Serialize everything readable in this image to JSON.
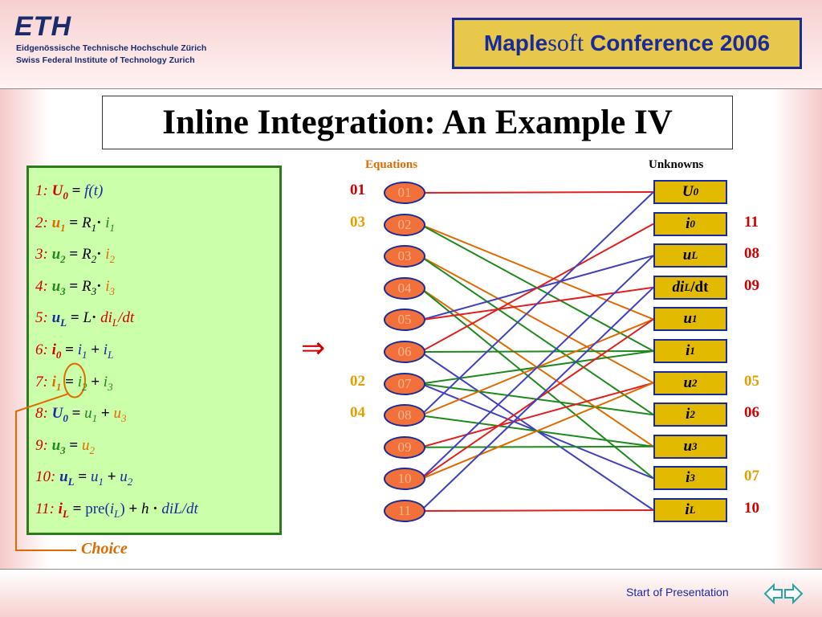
{
  "header": {
    "logo": "ETH",
    "line1": "Eidgenössische Technische Hochschule Zürich",
    "line2": "Swiss Federal Institute of Technology Zurich",
    "conference_a": "Maple",
    "conference_b": "soft",
    "conference_c": " Conference 2006"
  },
  "title": "Inline Integration: An Example IV",
  "equations_panel": {
    "rows": [
      {
        "num": "1:",
        "lhs": "U",
        "lhs_sub": "0",
        "rhs": "f(t)"
      },
      {
        "num": "2:",
        "lhs": "u",
        "lhs_sub": "1",
        "rhs_a": "R",
        "rhs_a_sub": "1",
        "rhs_b": "i",
        "rhs_b_sub": "1"
      },
      {
        "num": "3:",
        "lhs": "u",
        "lhs_sub": "2",
        "rhs_a": "R",
        "rhs_a_sub": "2",
        "rhs_b": "i",
        "rhs_b_sub": "2"
      },
      {
        "num": "4:",
        "lhs": "u",
        "lhs_sub": "3",
        "rhs_a": "R",
        "rhs_a_sub": "3",
        "rhs_b": "i",
        "rhs_b_sub": "3"
      },
      {
        "num": "5:",
        "lhs": "u",
        "lhs_sub": "L",
        "rhs_a": "L",
        "rhs_b": "di",
        "rhs_b_sub": "L",
        "rhs_b_tail": "/dt"
      },
      {
        "num": "6:",
        "lhs": "i",
        "lhs_sub": "0",
        "rhs_a": "i",
        "rhs_a_sub": "1",
        "rhs_b": "i",
        "rhs_b_sub": "L"
      },
      {
        "num": "7:",
        "lhs": "i",
        "lhs_sub": "1",
        "rhs_a": "i",
        "rhs_a_sub": "2",
        "rhs_b": "i",
        "rhs_b_sub": "3"
      },
      {
        "num": "8:",
        "lhs": "U",
        "lhs_sub": "0",
        "rhs_a": "u",
        "rhs_a_sub": "1",
        "rhs_b": "u",
        "rhs_b_sub": "3"
      },
      {
        "num": "9:",
        "lhs": "u",
        "lhs_sub": "3",
        "rhs": "u",
        "rhs_sub": "2"
      },
      {
        "num": "10:",
        "lhs": "u",
        "lhs_sub": "L",
        "rhs_a": "u",
        "rhs_a_sub": "1",
        "rhs_b": "u",
        "rhs_b_sub": "2"
      },
      {
        "num": "11:",
        "lhs": "i",
        "lhs_sub": "L",
        "rhs_pre": "pre(",
        "rhs_a": "i",
        "rhs_a_sub": "L",
        "rhs_pre_close": ")",
        "rhs_h": "h",
        "rhs_tail": "diL/dt"
      }
    ],
    "equals": "=",
    "plus": "+",
    "dot": "·"
  },
  "choice_label": "Choice",
  "implies_symbol": "⇒",
  "diagram": {
    "equations_header": "Equations",
    "unknowns_header": "Unknowns",
    "equation_nodes": [
      "01",
      "02",
      "03",
      "04",
      "05",
      "06",
      "07",
      "08",
      "09",
      "10",
      "11"
    ],
    "unknown_nodes": [
      {
        "base": "U",
        "sub": "0"
      },
      {
        "base": "i",
        "sub": "0"
      },
      {
        "base": "u",
        "sub": "L"
      },
      {
        "base": "di",
        "sub": "L",
        "tail": "/dt"
      },
      {
        "base": "u",
        "sub": "1"
      },
      {
        "base": "i",
        "sub": "1"
      },
      {
        "base": "u",
        "sub": "2"
      },
      {
        "base": "i",
        "sub": "2"
      },
      {
        "base": "u",
        "sub": "3"
      },
      {
        "base": "i",
        "sub": "3"
      },
      {
        "base": "i",
        "sub": "L"
      }
    ],
    "left_labels": [
      {
        "text": "01",
        "color": "#d00000",
        "row": 0
      },
      {
        "text": "03",
        "color": "#e0a000",
        "row": 1
      },
      {
        "text": "02",
        "color": "#e0a000",
        "row": 6
      },
      {
        "text": "04",
        "color": "#e0a000",
        "row": 7
      }
    ],
    "right_labels": [
      {
        "text": "11",
        "color": "#d00000",
        "row": 1
      },
      {
        "text": "08",
        "color": "#d00000",
        "row": 2
      },
      {
        "text": "09",
        "color": "#d00000",
        "row": 3
      },
      {
        "text": "05",
        "color": "#e0a000",
        "row": 6
      },
      {
        "text": "06",
        "color": "#d00000",
        "row": 7
      },
      {
        "text": "07",
        "color": "#e0a000",
        "row": 9
      },
      {
        "text": "10",
        "color": "#d00000",
        "row": 10
      }
    ],
    "edges": [
      {
        "eq": 0,
        "unk": 0,
        "color": "#e02020"
      },
      {
        "eq": 1,
        "unk": 4,
        "color": "#e06a00"
      },
      {
        "eq": 1,
        "unk": 5,
        "color": "#1e8a1e"
      },
      {
        "eq": 2,
        "unk": 6,
        "color": "#e06a00"
      },
      {
        "eq": 2,
        "unk": 7,
        "color": "#1e8a1e"
      },
      {
        "eq": 3,
        "unk": 8,
        "color": "#e06a00"
      },
      {
        "eq": 3,
        "unk": 9,
        "color": "#1e8a1e"
      },
      {
        "eq": 4,
        "unk": 2,
        "color": "#4040c0"
      },
      {
        "eq": 4,
        "unk": 3,
        "color": "#e02020"
      },
      {
        "eq": 5,
        "unk": 1,
        "color": "#e02020"
      },
      {
        "eq": 5,
        "unk": 5,
        "color": "#1e8a1e"
      },
      {
        "eq": 5,
        "unk": 10,
        "color": "#4040c0"
      },
      {
        "eq": 6,
        "unk": 5,
        "color": "#1e8a1e"
      },
      {
        "eq": 6,
        "unk": 7,
        "color": "#1e8a1e"
      },
      {
        "eq": 6,
        "unk": 9,
        "color": "#4040c0"
      },
      {
        "eq": 7,
        "unk": 0,
        "color": "#4040c0"
      },
      {
        "eq": 7,
        "unk": 4,
        "color": "#e06a00"
      },
      {
        "eq": 7,
        "unk": 8,
        "color": "#1e8a1e"
      },
      {
        "eq": 8,
        "unk": 6,
        "color": "#e02020"
      },
      {
        "eq": 8,
        "unk": 8,
        "color": "#1e8a1e"
      },
      {
        "eq": 9,
        "unk": 2,
        "color": "#4040c0"
      },
      {
        "eq": 9,
        "unk": 4,
        "color": "#e02020"
      },
      {
        "eq": 9,
        "unk": 6,
        "color": "#e06a00"
      },
      {
        "eq": 10,
        "unk": 3,
        "color": "#4040c0"
      },
      {
        "eq": 10,
        "unk": 10,
        "color": "#e02020"
      }
    ]
  },
  "footer": {
    "start_link": "Start of Presentation"
  },
  "colors": {
    "accent_red": "#d00000",
    "accent_blue": "#1a2a9b",
    "panel_green": "#ccffaa",
    "oval_orange": "#f2703a",
    "box_gold": "#e2bb00"
  }
}
